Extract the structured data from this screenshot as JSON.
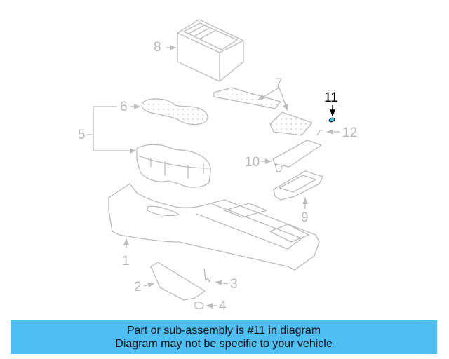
{
  "diagram": {
    "title": "Center console parts diagram",
    "highlight_color": "#4fbef3",
    "line_color": "#bcbcbc",
    "highlighted_part": "11",
    "callouts": [
      {
        "id": "1",
        "label": "1"
      },
      {
        "id": "2",
        "label": "2"
      },
      {
        "id": "3",
        "label": "3"
      },
      {
        "id": "4",
        "label": "4"
      },
      {
        "id": "5",
        "label": "5"
      },
      {
        "id": "6",
        "label": "6"
      },
      {
        "id": "7",
        "label": "7"
      },
      {
        "id": "8",
        "label": "8"
      },
      {
        "id": "9",
        "label": "9"
      },
      {
        "id": "10",
        "label": "10"
      },
      {
        "id": "11",
        "label": "11"
      },
      {
        "id": "12",
        "label": "12"
      }
    ]
  },
  "banner": {
    "line1": "Part or sub-assembly is #11 in diagram",
    "line2": "Diagram may not be specific to your vehicle",
    "background": "#4fbef3"
  }
}
